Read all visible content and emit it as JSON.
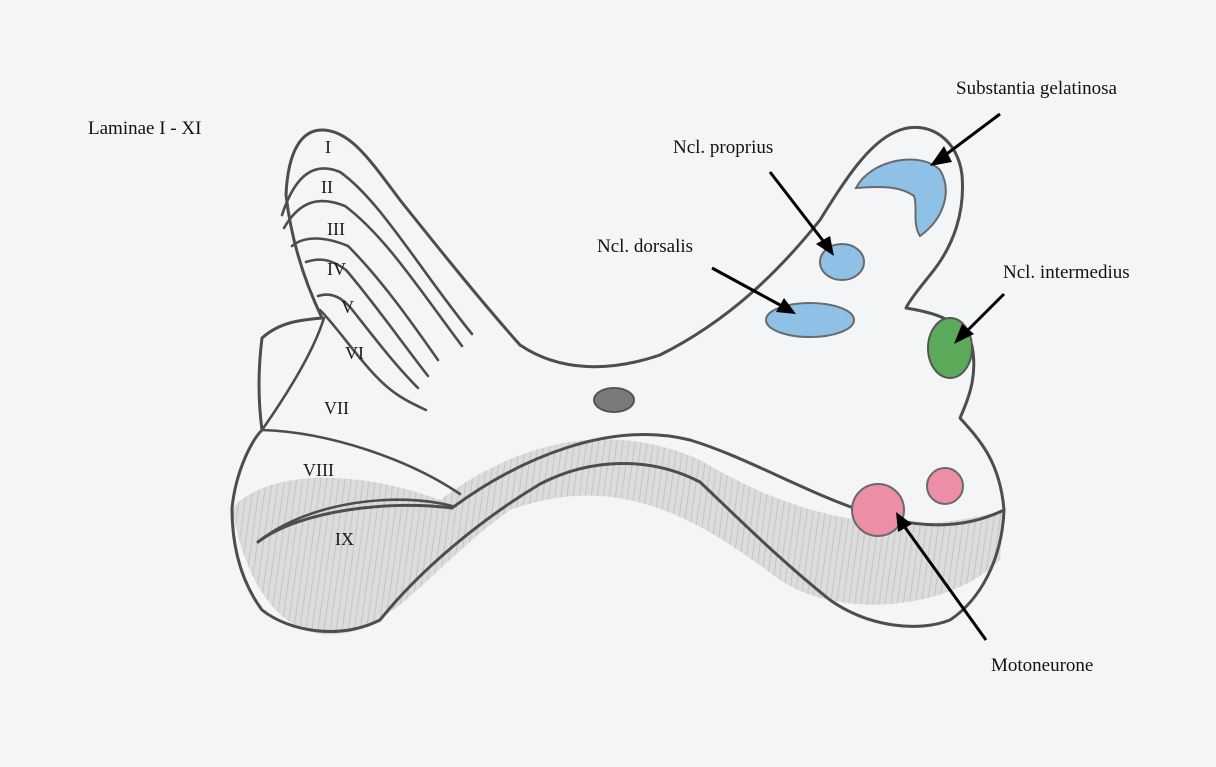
{
  "diagram": {
    "laminae_title": "Laminae I - XI",
    "laminae": [
      "I",
      "II",
      "III",
      "IV",
      "V",
      "VI",
      "VII",
      "VIII",
      "IX"
    ],
    "labels": {
      "substantia_gelatinosa": "Substantia gelatinosa",
      "ncl_proprius": "Ncl. proprius",
      "ncl_dorsalis": "Ncl. dorsalis",
      "ncl_intermedius": "Ncl. intermedius",
      "motoneurone": "Motoneurone"
    },
    "colors": {
      "paper": "#f4f5f7",
      "outline": "#4d4d4d",
      "blue_nuclei": "#8fc0e6",
      "green_nucleus": "#5aaa5a",
      "pink_nuclei": "#ec8ea6",
      "central_canal": "#7a7a7a",
      "white_band": "#d9d9d9"
    }
  }
}
